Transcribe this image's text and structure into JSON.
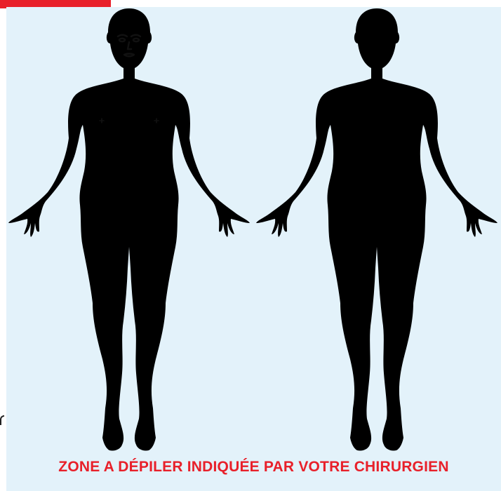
{
  "caption": {
    "text": "ZONE A DÉPILER INDIQUÉE PAR VOTRE CHIRURGIEN",
    "color": "#e8202a"
  },
  "panel": {
    "background": "#e3f2fa"
  },
  "figures": [
    {
      "view": "front"
    },
    {
      "view": "back"
    }
  ]
}
